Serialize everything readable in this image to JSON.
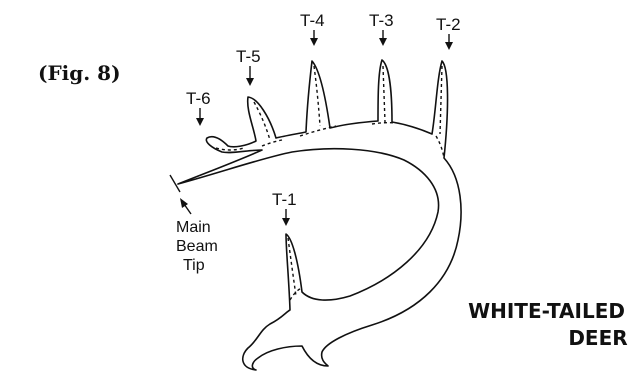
{
  "figure": {
    "label": "(Fig. 8)",
    "species_line1": "WHITE-TAILED",
    "species_line2": "DEER"
  },
  "tines": [
    {
      "id": "T-1",
      "label": "T-1"
    },
    {
      "id": "T-2",
      "label": "T-2"
    },
    {
      "id": "T-3",
      "label": "T-3"
    },
    {
      "id": "T-4",
      "label": "T-4"
    },
    {
      "id": "T-5",
      "label": "T-5"
    },
    {
      "id": "T-6",
      "label": "T-6"
    }
  ],
  "main_beam_tip": {
    "line1": "Main",
    "line2": "Beam",
    "line3": "Tip"
  },
  "colors": {
    "stroke": "#111111",
    "background": "#ffffff"
  }
}
